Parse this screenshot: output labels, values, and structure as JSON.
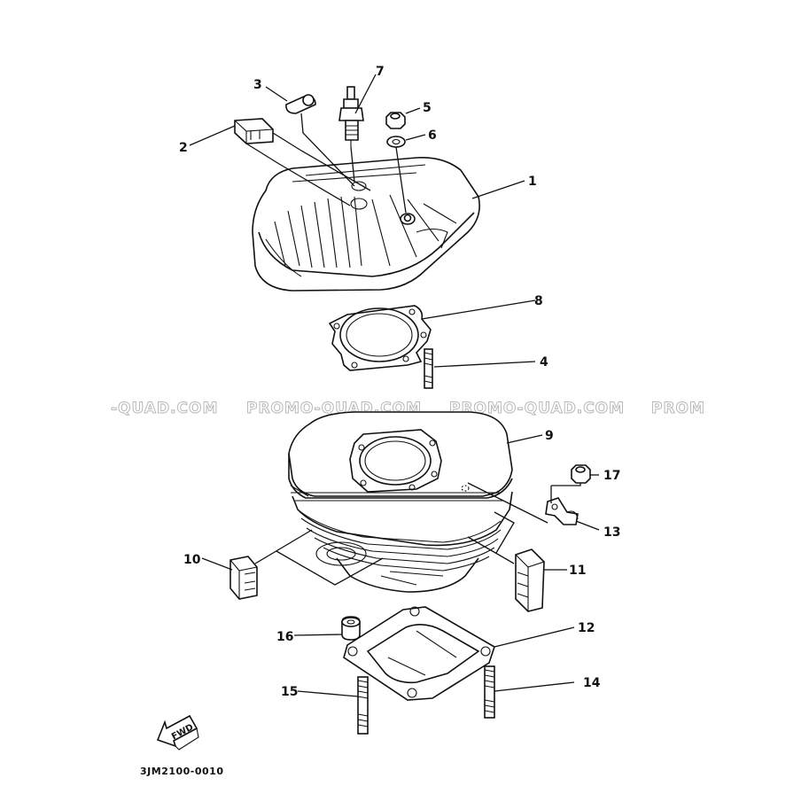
{
  "watermarks": [
    "-QUAD.COM",
    "PROMO-QUAD.COM",
    "PROMO-QUAD.COM",
    "PROM"
  ],
  "callouts": {
    "c1": "1",
    "c2": "2",
    "c3": "3",
    "c4": "4",
    "c5": "5",
    "c6": "6",
    "c7": "7",
    "c8": "8",
    "c9": "9",
    "c10": "10",
    "c11": "11",
    "c12": "12",
    "c13": "13",
    "c14": "14",
    "c15": "15",
    "c16": "16",
    "c17": "17"
  },
  "fwd_label": "FWD",
  "diagram_code": "3JM2100-0010",
  "colors": {
    "line": "#111111",
    "watermark": "#b8b8b8",
    "background": "#ffffff"
  }
}
